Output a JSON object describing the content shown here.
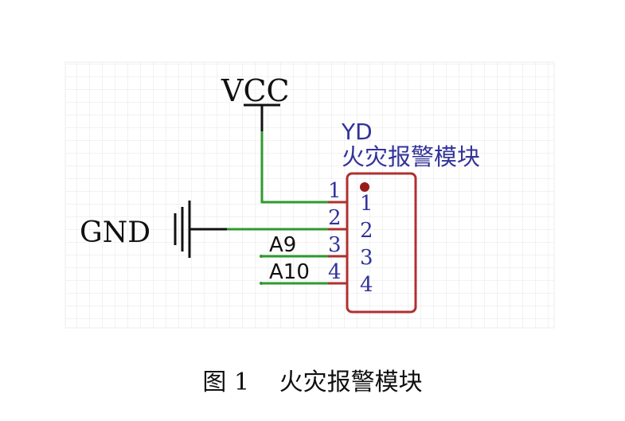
{
  "schematic": {
    "power_label": "VCC",
    "ground_label": "GND",
    "component": {
      "designator": "YD",
      "name": "火灾报警模块",
      "pins": [
        {
          "outer": "1",
          "inner": "1"
        },
        {
          "outer": "2",
          "inner": "2"
        },
        {
          "outer": "3",
          "inner": "3"
        },
        {
          "outer": "4",
          "inner": "4"
        }
      ]
    },
    "net_labels": {
      "pin3": "A9",
      "pin4": "A10"
    },
    "colors": {
      "wire": "#2e9a2e",
      "component": "#b03030",
      "text": "#33339a",
      "grid": "#e6e6e6"
    }
  },
  "caption": {
    "figure_no": "图 1",
    "title": "火灾报警模块"
  }
}
